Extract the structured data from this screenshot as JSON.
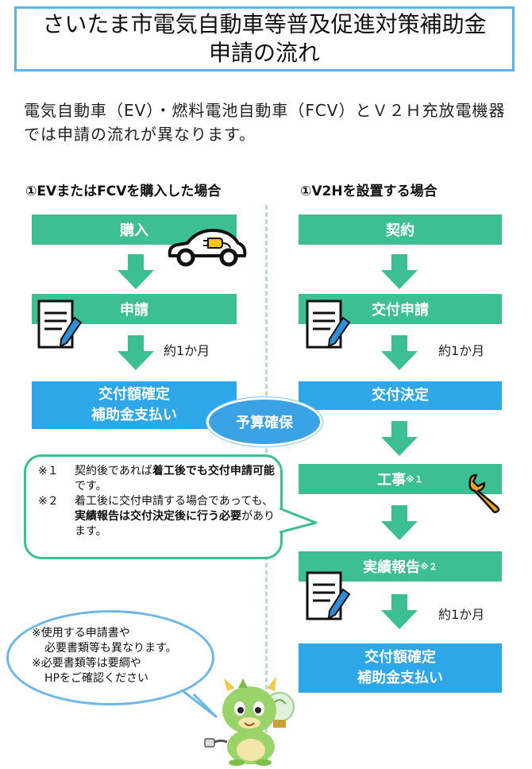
{
  "title": {
    "line1": "さいたま市電気自動車等普及促進対策補助金",
    "line2": "申請の流れ"
  },
  "intro": "電気自動車（EV）・燃料電池自動車（FCV）とＶ２Ｈ充放電機器では申請の流れが異なります。",
  "left": {
    "heading": "①EVまたはFCVを購入した場合",
    "step1": "購入",
    "step2": "申請",
    "months": "約1か月",
    "final_line1": "交付額確定",
    "final_line2": "補助金支払い"
  },
  "right": {
    "heading": "①V2Hを設置する場合",
    "step1": "契約",
    "step2": "交付申請",
    "months1": "約1か月",
    "step3": "交付決定",
    "step4": "工事",
    "step4_sup": "※１",
    "step5": "実績報告",
    "step5_sup": "※２",
    "months2": "約1か月",
    "final_line1": "交付額確定",
    "final_line2": "補助金支払い"
  },
  "budget": "予算確保",
  "notes": {
    "n1_mark": "※１",
    "n1_a": "契約後であれば",
    "n1_b": "着工後でも交付申請可能",
    "n1_c": "です。",
    "n2_mark": "※２",
    "n2_a": "着工後に交付申請する場合であっても、",
    "n2_b": "実績報告は交付決定後に行う必要",
    "n2_c": "があります。"
  },
  "speech": {
    "line1": "※使用する申請書や",
    "line2": "必要書類等も異なります。",
    "line3": "※必要書類等は要綱や",
    "line4": "HPをご確認ください"
  },
  "colors": {
    "green": "#3dbf94",
    "blue": "#2ea7e8",
    "title_border": "#5db3e6"
  }
}
